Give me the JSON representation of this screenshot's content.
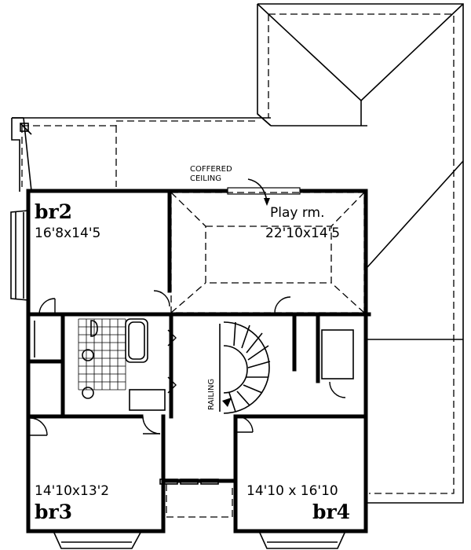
{
  "plan": {
    "rooms": {
      "br2": {
        "name": "br2",
        "size": "16'8x14'5"
      },
      "play": {
        "name": "Play rm.",
        "size": "22'10x14'5"
      },
      "br3": {
        "name": "br3",
        "size": "14'10x13'2"
      },
      "br4": {
        "name": "br4",
        "size": "14'10 x 16'10"
      }
    },
    "annotations": {
      "coffered_line1": "COFFERED",
      "coffered_line2": "CEILING",
      "railing": "RAILING"
    }
  }
}
